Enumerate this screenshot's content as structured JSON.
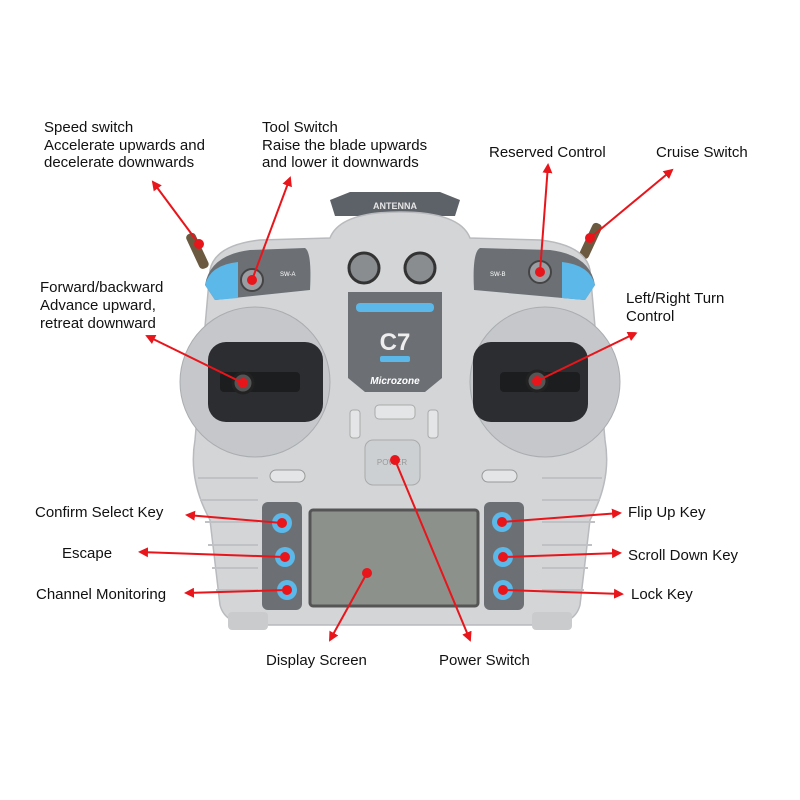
{
  "device": {
    "antenna_label": "ANTENNA",
    "model": "C7",
    "brand": "Microzone",
    "power_label": "POWER",
    "switch_a_label": "SW-A",
    "switch_b_label": "SW-B"
  },
  "labels": {
    "speed_switch": [
      "Speed switch",
      "Accelerate upwards and",
      "decelerate downwards"
    ],
    "tool_switch": [
      "Tool Switch",
      "Raise the blade upwards",
      "and lower it downwards"
    ],
    "reserved_control": "Reserved Control",
    "cruise_switch": "Cruise Switch",
    "forward_backward": [
      "Forward/backward",
      "Advance upward,",
      "retreat downward"
    ],
    "left_right_turn": [
      "Left/Right Turn",
      "Control"
    ],
    "confirm_select_key": "Confirm Select Key",
    "escape": "Escape",
    "channel_monitoring": "Channel Monitoring",
    "flip_up_key": "Flip Up Key",
    "scroll_down_key": "Scroll Down Key",
    "lock_key": "Lock Key",
    "display_screen": "Display Screen",
    "power_switch": "Power Switch"
  },
  "colors": {
    "arrow": "#e8151b",
    "body": "#d3d5d7",
    "accent_blue": "#5bb8e8",
    "panel_dark": "#6c7075"
  }
}
